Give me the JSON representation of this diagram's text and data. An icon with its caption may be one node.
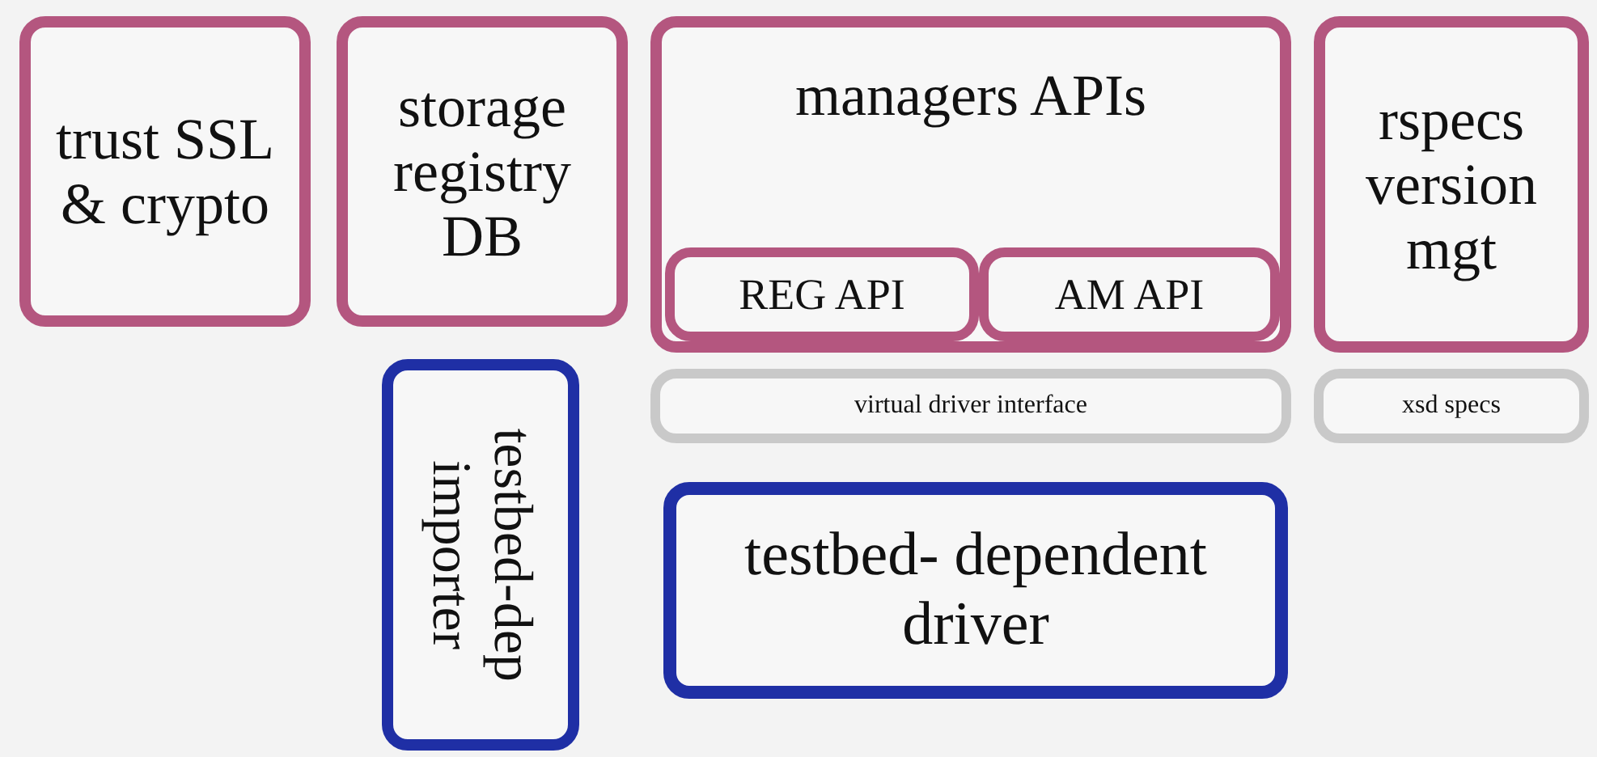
{
  "diagram": {
    "nodes": [
      {
        "text": [
          "trust SSL & crypto"
        ]
      },
      {
        "text": [
          "storage registry DB"
        ]
      },
      {
        "text": [
          "managers APIs"
        ]
      },
      {
        "text": [
          "REG API"
        ],
        "in": 2
      },
      {
        "text": [
          "AM API"
        ],
        "in": 2
      },
      {
        "text": [
          "rspecs version mgt"
        ]
      },
      {
        "text": [
          "virtual driver interface"
        ]
      },
      {
        "text": [
          "xsd specs"
        ]
      },
      {
        "text": [
          "testbed-dep importer"
        ]
      },
      {
        "text": [
          "testbed- dependent driver"
        ]
      }
    ]
  }
}
